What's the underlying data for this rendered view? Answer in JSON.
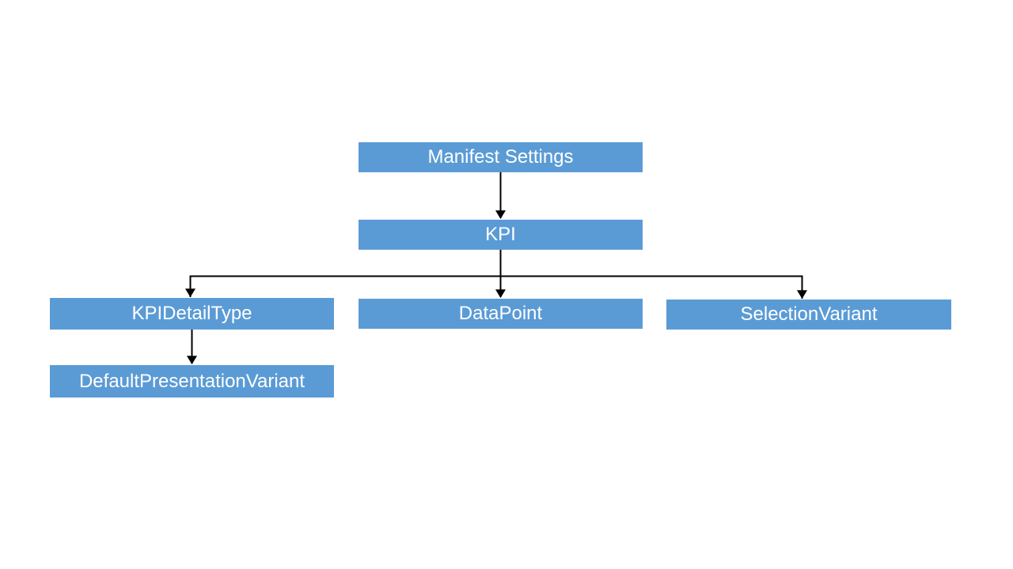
{
  "diagram": {
    "type": "hierarchy-flowchart",
    "background_color": "#FFFFFF",
    "node_fill_color": "#5B9BD5",
    "node_text_color": "#FFFFFF",
    "connector_color": "#000000",
    "nodes": [
      {
        "id": "manifest-settings",
        "label": "Manifest Settings"
      },
      {
        "id": "kpi",
        "label": "KPI"
      },
      {
        "id": "kpi-detail-type",
        "label": "KPIDetailType"
      },
      {
        "id": "data-point",
        "label": "DataPoint"
      },
      {
        "id": "selection-variant",
        "label": "SelectionVariant"
      },
      {
        "id": "default-presentation-variant",
        "label": "DefaultPresentationVariant"
      }
    ],
    "edges": [
      {
        "from": "manifest-settings",
        "to": "kpi"
      },
      {
        "from": "kpi",
        "to": "kpi-detail-type"
      },
      {
        "from": "kpi",
        "to": "data-point"
      },
      {
        "from": "kpi",
        "to": "selection-variant"
      },
      {
        "from": "kpi-detail-type",
        "to": "default-presentation-variant"
      }
    ]
  }
}
